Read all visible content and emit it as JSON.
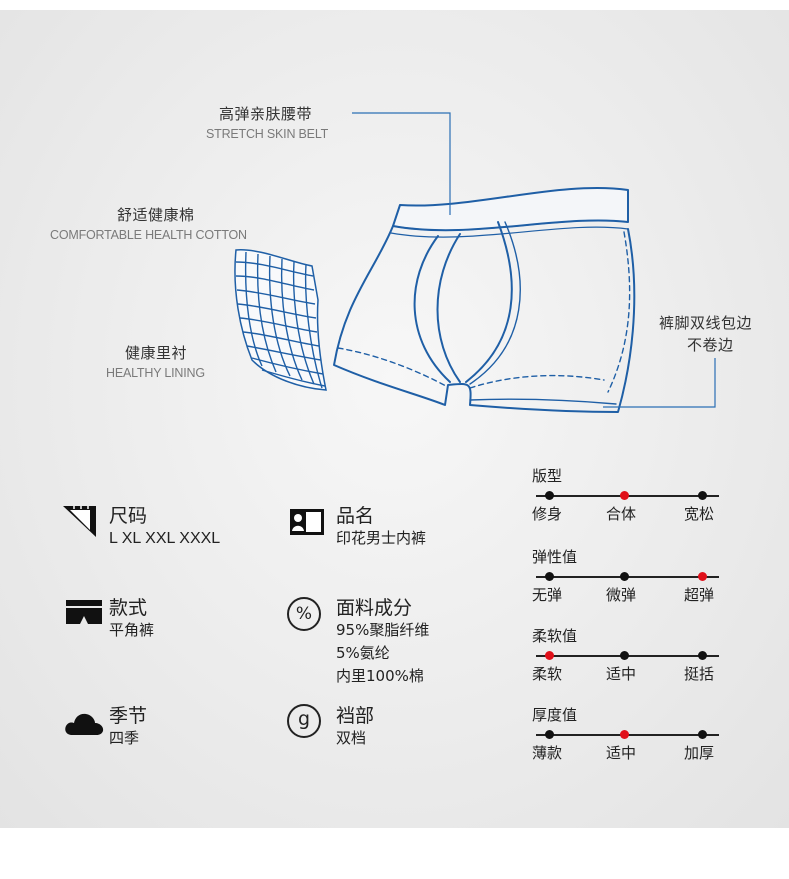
{
  "callouts": {
    "belt_cn": "高弹亲肤腰带",
    "belt_en": "STRETCH SKIN BELT",
    "cotton_cn": "舒适健康棉",
    "cotton_en": "COMFORTABLE HEALTH COTTON",
    "lining_cn": "健康里衬",
    "lining_en": "HEALTHY LINING",
    "hem_cn_1": "裤脚双线包边",
    "hem_cn_2": "不卷边"
  },
  "specs": {
    "size_title": "尺码",
    "size_value": "L XL XXL XXXL",
    "name_title": "品名",
    "name_value": "印花男士内裤",
    "style_title": "款式",
    "style_value": "平角裤",
    "fabric_title": "面料成分",
    "fabric_line1": "95%聚脂纤维",
    "fabric_line2": "5%氨纶",
    "fabric_line3": "内里100%棉",
    "season_title": "季节",
    "season_value": "四季",
    "crotch_title": "裆部",
    "crotch_value": "双档",
    "crotch_icon_glyph": "g",
    "fabric_icon_glyph": "%"
  },
  "scales": [
    {
      "title": "版型",
      "labels": [
        "修身",
        "合体",
        "宽松"
      ],
      "selected": 1
    },
    {
      "title": "弹性值",
      "labels": [
        "无弹",
        "微弹",
        "超弹"
      ],
      "selected": 2
    },
    {
      "title": "柔软值",
      "labels": [
        "柔软",
        "适中",
        "挺括"
      ],
      "selected": 0
    },
    {
      "title": "厚度值",
      "labels": [
        "薄款",
        "适中",
        "加厚"
      ],
      "selected": 1
    }
  ],
  "colors": {
    "garment_blue": "#1f5fa6",
    "selected_dot": "#e0101a",
    "unselected_dot": "#111111"
  },
  "icons": [
    "ruler-icon",
    "id-card-icon",
    "shorts-icon",
    "percent-icon",
    "cloud-icon",
    "g-circle-icon"
  ]
}
